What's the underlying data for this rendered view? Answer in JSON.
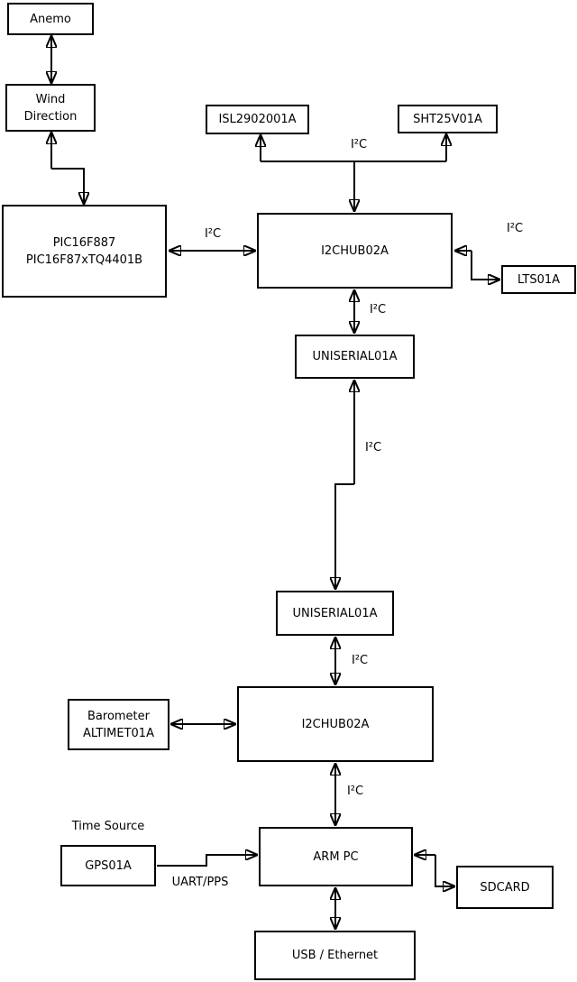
{
  "nodes": {
    "anemo": {
      "label": "Anemo"
    },
    "wind_direction": {
      "line1": "Wind",
      "line2": "Direction"
    },
    "pic": {
      "line1": "PIC16F887",
      "line2": "PIC16F87xTQ4401B"
    },
    "isl2902001a": {
      "label": "ISL2902001A"
    },
    "sht25v01a": {
      "label": "SHT25V01A"
    },
    "i2chub_top": {
      "label": "I2CHUB02A"
    },
    "lts01a": {
      "label": "LTS01A"
    },
    "uniserial_top": {
      "label": "UNISERIAL01A"
    },
    "uniserial_bottom": {
      "label": "UNISERIAL01A"
    },
    "i2chub_bottom": {
      "label": "I2CHUB02A"
    },
    "barometer": {
      "line1": "Barometer",
      "line2": "ALTIMET01A"
    },
    "gps01a": {
      "label": "GPS01A"
    },
    "arm_pc": {
      "label": "ARM PC"
    },
    "sdcard": {
      "label": "SDCARD"
    },
    "usb_ethernet": {
      "label": "USB / Ethernet"
    }
  },
  "edge_labels": {
    "i2c_sensor_bus": "I²C",
    "i2c_pic_hub": "I²C",
    "i2c_hub_lts": "I²C",
    "i2c_hub_uniserial": "I²C",
    "i2c_uniserial_link": "I²C",
    "i2c_uniserial_hub2": "I²C",
    "i2c_hub2_arm": "I²C",
    "time_source": "Time Source",
    "uart_pps": "UART/PPS"
  },
  "colors": {
    "line": "#000000",
    "box_border": "#000000",
    "box_fill": "#ffffff",
    "text": "#000000",
    "background": "#ffffff"
  }
}
